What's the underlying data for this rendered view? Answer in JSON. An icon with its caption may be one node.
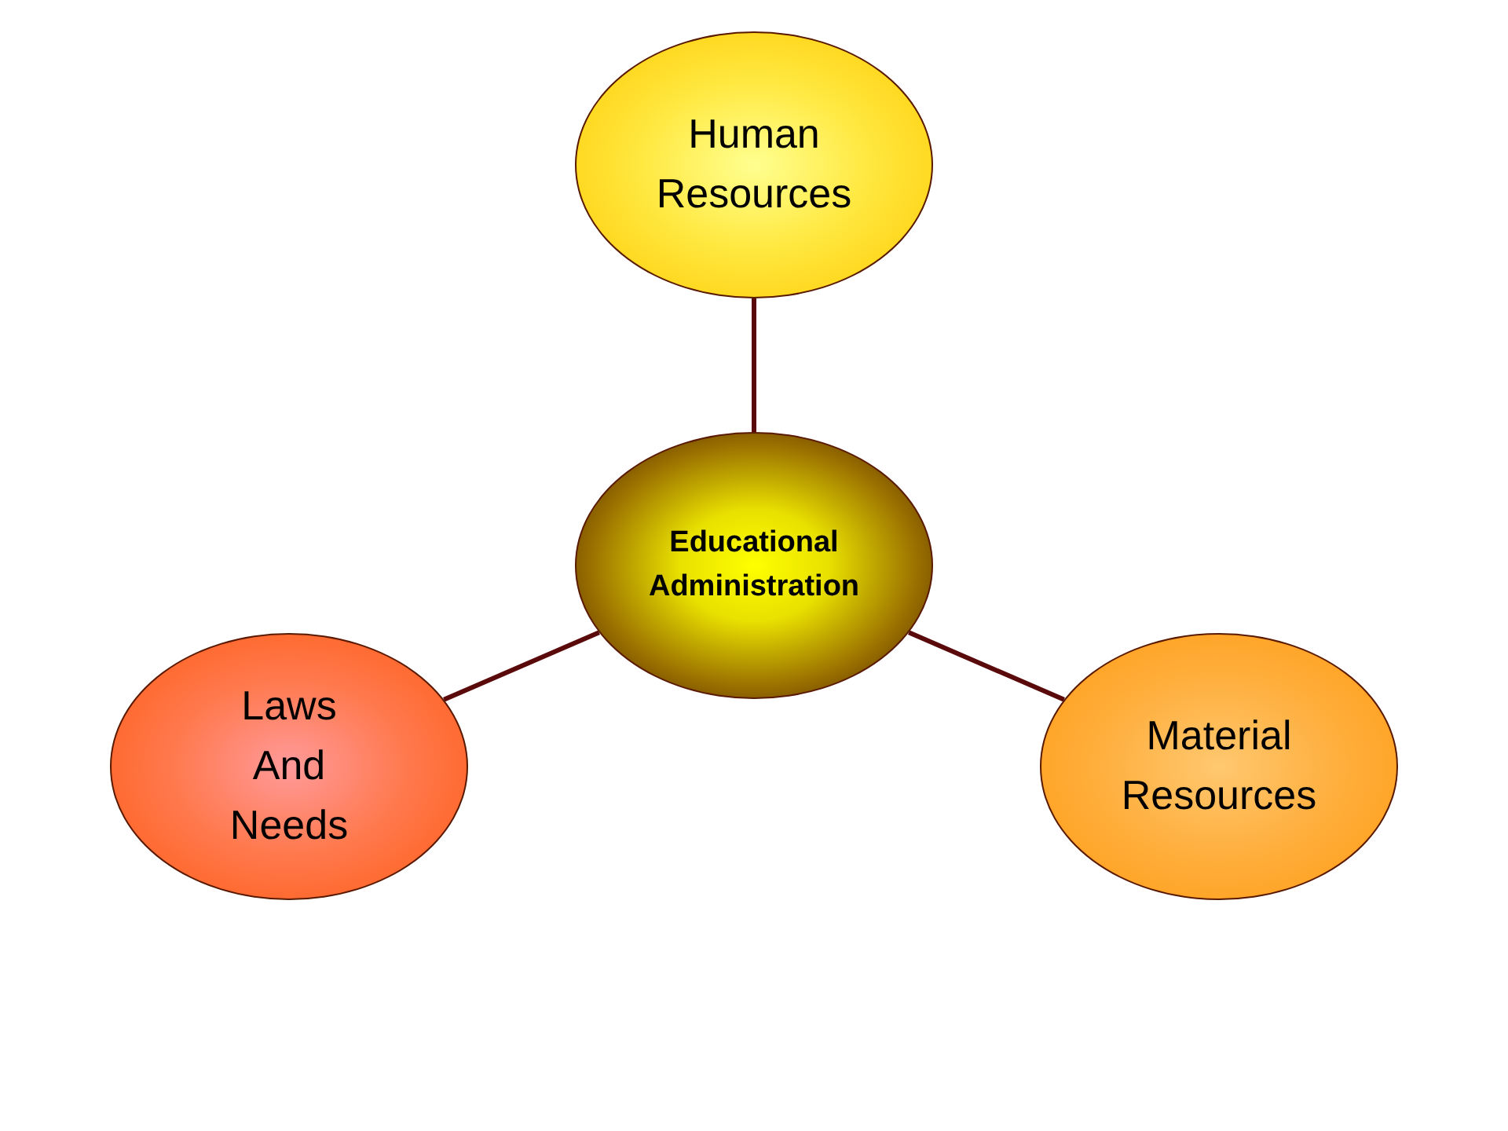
{
  "diagram": {
    "nodes": [
      {
        "text": [
          "Educational Administration"
        ]
      },
      {
        "text": [
          "Human Resources"
        ]
      },
      {
        "text": [
          "Laws And Needs"
        ]
      },
      {
        "text": [
          "Material Resources"
        ]
      }
    ],
    "edges": [
      {
        "from": 0,
        "to": 1,
        "arrow": "none"
      },
      {
        "from": 0,
        "to": 2,
        "arrow": "none"
      },
      {
        "from": 0,
        "to": 3,
        "arrow": "none"
      }
    ]
  }
}
